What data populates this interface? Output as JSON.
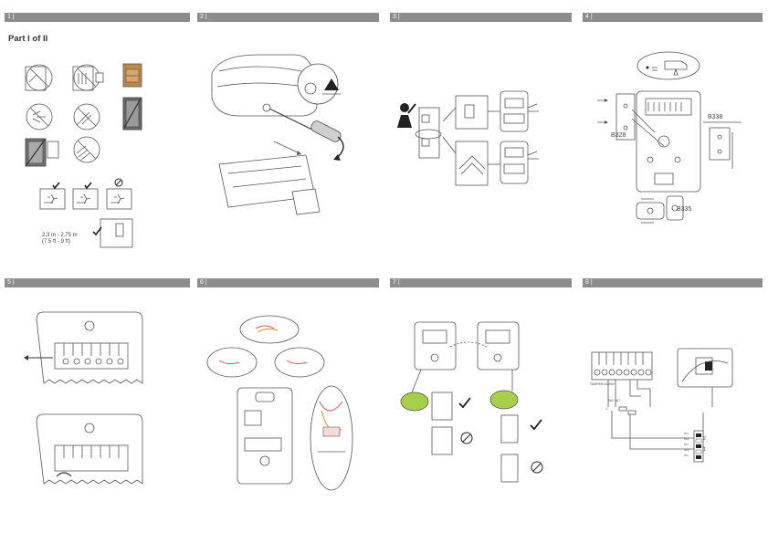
{
  "panels": [
    {
      "label": "1 |"
    },
    {
      "label": "2 |"
    },
    {
      "label": "3 |"
    },
    {
      "label": "4 |"
    },
    {
      "label": "5 |"
    },
    {
      "label": "6 |"
    },
    {
      "label": "7 |"
    },
    {
      "label": "8 |"
    }
  ],
  "panel1": {
    "part_title": "Part I of II",
    "height_metric": "2,3 m - 2,75 m",
    "height_imperial": "(7.5 ft - 9 ft)"
  },
  "panel4": {
    "model_top": "B338",
    "model_left": "B328",
    "model_bottom": "B335"
  },
  "panel8": {
    "terminal_label": "TAMPER NC/NO",
    "contact_labels": "NO  NC",
    "loop_1": "1",
    "loop_2": "2",
    "loop_3": "1",
    "dip_labels": [
      "ON",
      "OFF",
      "ON",
      "OFF",
      "ON"
    ]
  },
  "colors": {
    "bar": "#8c8c8c",
    "line_art": "#555555",
    "green_led": "#a6cf4a",
    "wire_red": "#d9534f",
    "wire_orange": "#e08a2a"
  }
}
